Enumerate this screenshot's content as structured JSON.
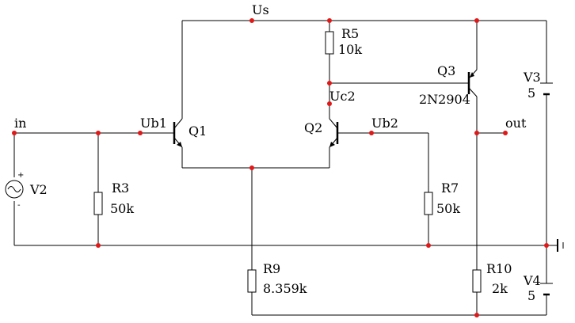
{
  "nets": {
    "us": "Us",
    "in": "in",
    "out": "out",
    "ub1": "Ub1",
    "ub2": "Ub2",
    "uc2": "Uc2"
  },
  "components": {
    "r5": {
      "name": "R5",
      "value": "10k"
    },
    "r3": {
      "name": "R3",
      "value": "50k"
    },
    "r7": {
      "name": "R7",
      "value": "50k"
    },
    "r9": {
      "name": "R9",
      "value": "8.359k"
    },
    "r10": {
      "name": "R10",
      "value": "2k"
    },
    "q1": {
      "name": "Q1"
    },
    "q2": {
      "name": "Q2"
    },
    "q3": {
      "name": "Q3",
      "model": "2N2904"
    },
    "v2": {
      "name": "V2",
      "plus": "+",
      "minus": "-"
    },
    "v3": {
      "name": "V3",
      "value": "5"
    },
    "v4": {
      "name": "V4",
      "value": "5"
    }
  },
  "colors": {
    "wire": "#000000",
    "node": "#e01818",
    "background": "#ffffff"
  }
}
